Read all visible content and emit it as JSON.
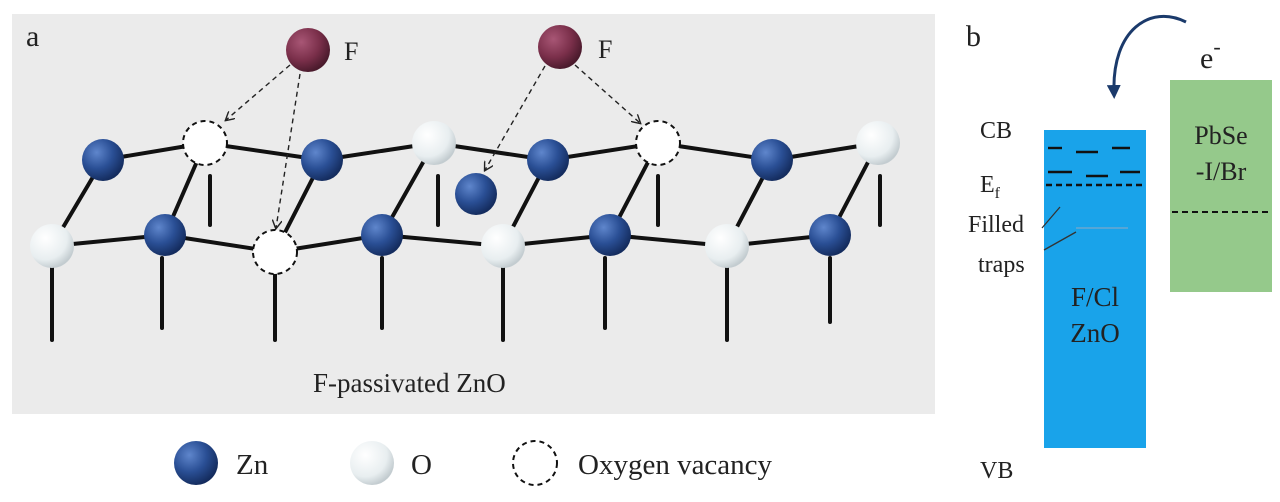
{
  "panel_a": {
    "label": "a",
    "caption": "F-passivated ZnO",
    "fluorine_label": "F",
    "legend": {
      "zn": "Zn",
      "o": "O",
      "vacancy": "Oxygen vacancy"
    }
  },
  "panel_b": {
    "label": "b",
    "electron_symbol": "e",
    "electron_sup": "-",
    "cb": "CB",
    "vb": "VB",
    "ef_main": "E",
    "ef_sub": "f",
    "filled_traps_line1": "Filled",
    "filled_traps_line2": "traps",
    "zno_line1": "F/Cl",
    "zno_line2": "ZnO",
    "pbse_line1": "PbSe",
    "pbse_line2": "-I/Br"
  },
  "colors": {
    "panel_bg": "#ebebeb",
    "zn": "#22488e",
    "o": "#eef2f3",
    "f": "#7a2f4a",
    "zno_band": "#19a3ea",
    "pbse_band": "#95c98b"
  }
}
